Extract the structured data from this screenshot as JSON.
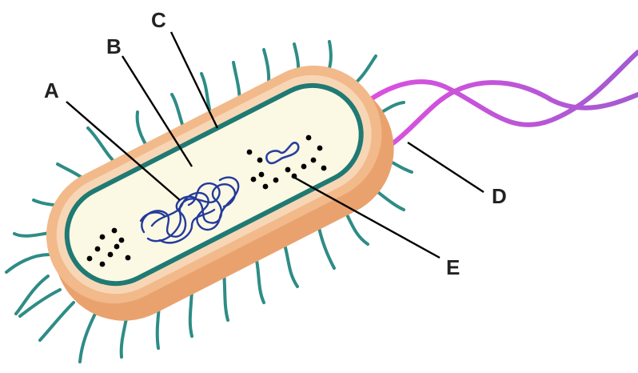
{
  "labels": [
    {
      "id": "A",
      "text": "A"
    },
    {
      "id": "B",
      "text": "B"
    },
    {
      "id": "C",
      "text": "C"
    },
    {
      "id": "D",
      "text": "D"
    },
    {
      "id": "E",
      "text": "E"
    }
  ],
  "colors": {
    "outer_capsule": "#f2b98a",
    "outer_capsule_dark": "#e9a26e",
    "cell_wall": "#f7d6b6",
    "membrane": "#1f7a73",
    "cytoplasm": "#fbf8e4",
    "pili": "#2e8c86",
    "flagellum_a": "#d946d9",
    "flagellum_b": "#b25ad0",
    "nucleoid": "#243a9c",
    "ribosome": "#000000",
    "plasmid": "#2a3fa0"
  }
}
